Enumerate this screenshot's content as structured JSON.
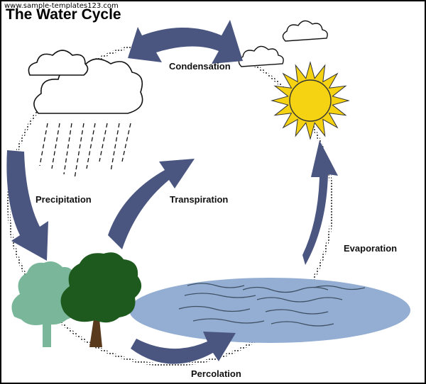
{
  "watermark": "www.sample-templates123.com",
  "title": "The Water Cycle",
  "labels": {
    "condensation": "Condensation",
    "precipitation": "Precipitation",
    "transpiration": "Transpiration",
    "evaporation": "Evaporation",
    "percolation": "Percolation"
  },
  "colors": {
    "arrow": "#4a5680",
    "sun": "#f5d313",
    "water": "#93aed2",
    "tree_dark": "#1e5a1e",
    "tree_light": "#7ab79a",
    "trunk": "#5a3a1c",
    "cycle_ring": "#8a8a8a"
  }
}
